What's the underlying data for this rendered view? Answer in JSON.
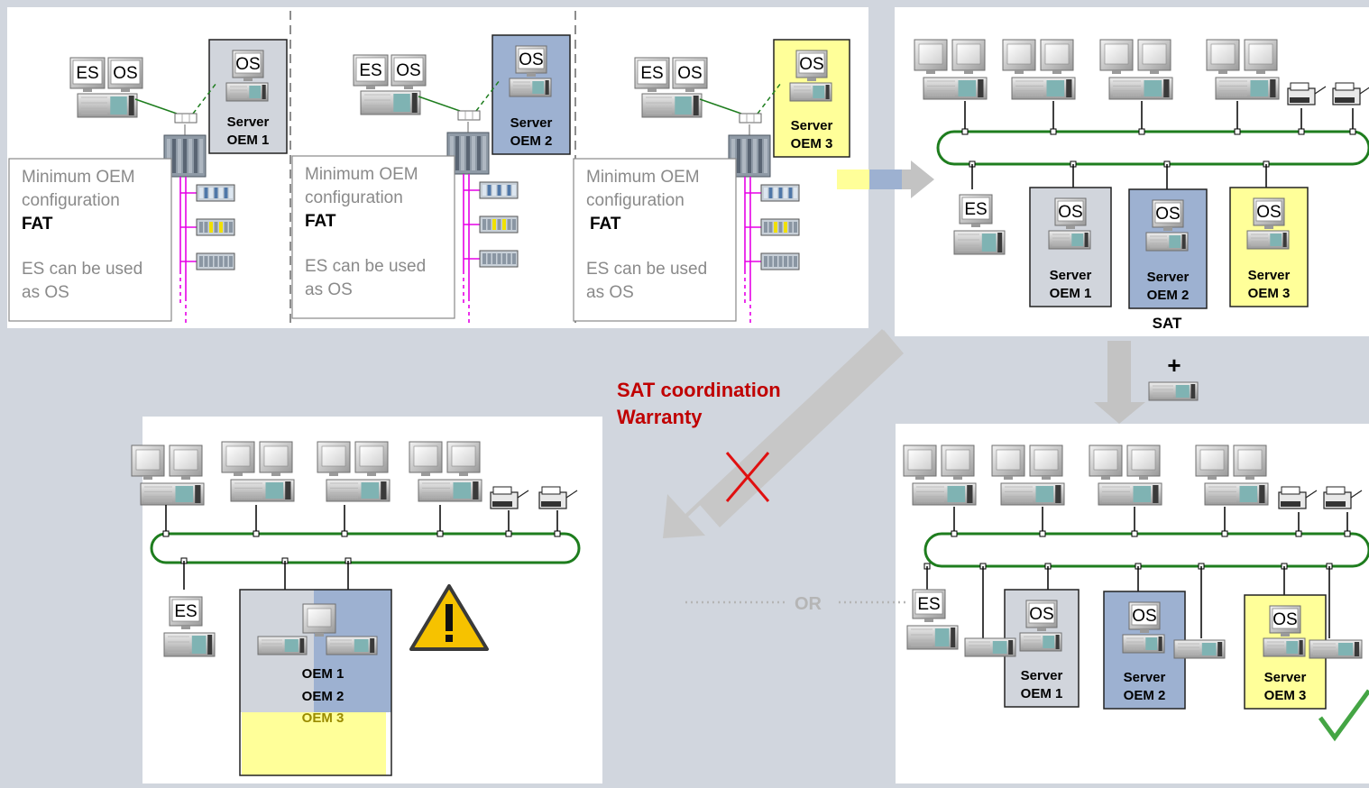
{
  "labels": {
    "es": "ES",
    "os": "OS",
    "server": "Server",
    "fat": "FAT",
    "sat": "SAT",
    "or": "OR",
    "plus": "+",
    "min_line1": "Minimum OEM",
    "min_line2": "configuration",
    "es_line1": "ES can be used",
    "es_line2": "as OS"
  },
  "oem_panels": [
    {
      "server_label": "OEM 1",
      "color": "#d1d5dc"
    },
    {
      "server_label": "OEM 2",
      "color": "#9db1d1"
    },
    {
      "server_label": "OEM 3",
      "color": "#ffff99"
    }
  ],
  "combined_server": {
    "lines": [
      "OEM 1",
      "OEM 2",
      "OEM 3"
    ]
  },
  "warning_text": {
    "line1": "SAT coordination",
    "line2": "Warranty"
  },
  "colors": {
    "bus_green": "#1e7d1e",
    "profibus_magenta": "#e600e6",
    "warning_red": "#c00000",
    "oem1": "#d1d5dc",
    "oem2": "#9db1d1",
    "oem3": "#ffff99",
    "background": "#d1d6de"
  },
  "icons": [
    "pc-workstation-icon",
    "server-icon",
    "printer-icon",
    "plc-rack-icon",
    "switch-icon",
    "warning-triangle-icon",
    "x-mark-icon",
    "checkmark-icon",
    "arrow-icon"
  ]
}
